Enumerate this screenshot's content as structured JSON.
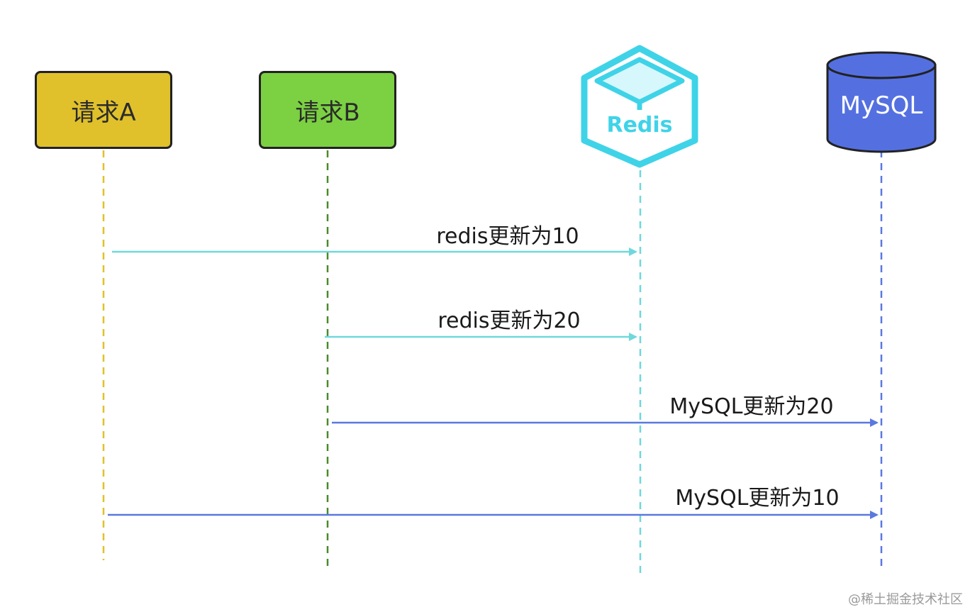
{
  "participants": {
    "a": {
      "label": "请求A",
      "color": "#e0c12b"
    },
    "b": {
      "label": "请求B",
      "color": "#7bd142"
    },
    "redis": {
      "label": "Redis",
      "color": "#3fd3e8"
    },
    "mysql": {
      "label": "MySQL",
      "color": "#5470e0"
    }
  },
  "messages": [
    {
      "from": "请求A",
      "to": "Redis",
      "label": "redis更新为10"
    },
    {
      "from": "请求B",
      "to": "Redis",
      "label": "redis更新为20"
    },
    {
      "from": "请求B",
      "to": "MySQL",
      "label": "MySQL更新为20"
    },
    {
      "from": "请求A",
      "to": "MySQL",
      "label": "MySQL更新为10"
    }
  ],
  "watermark": "@稀土掘金技术社区"
}
